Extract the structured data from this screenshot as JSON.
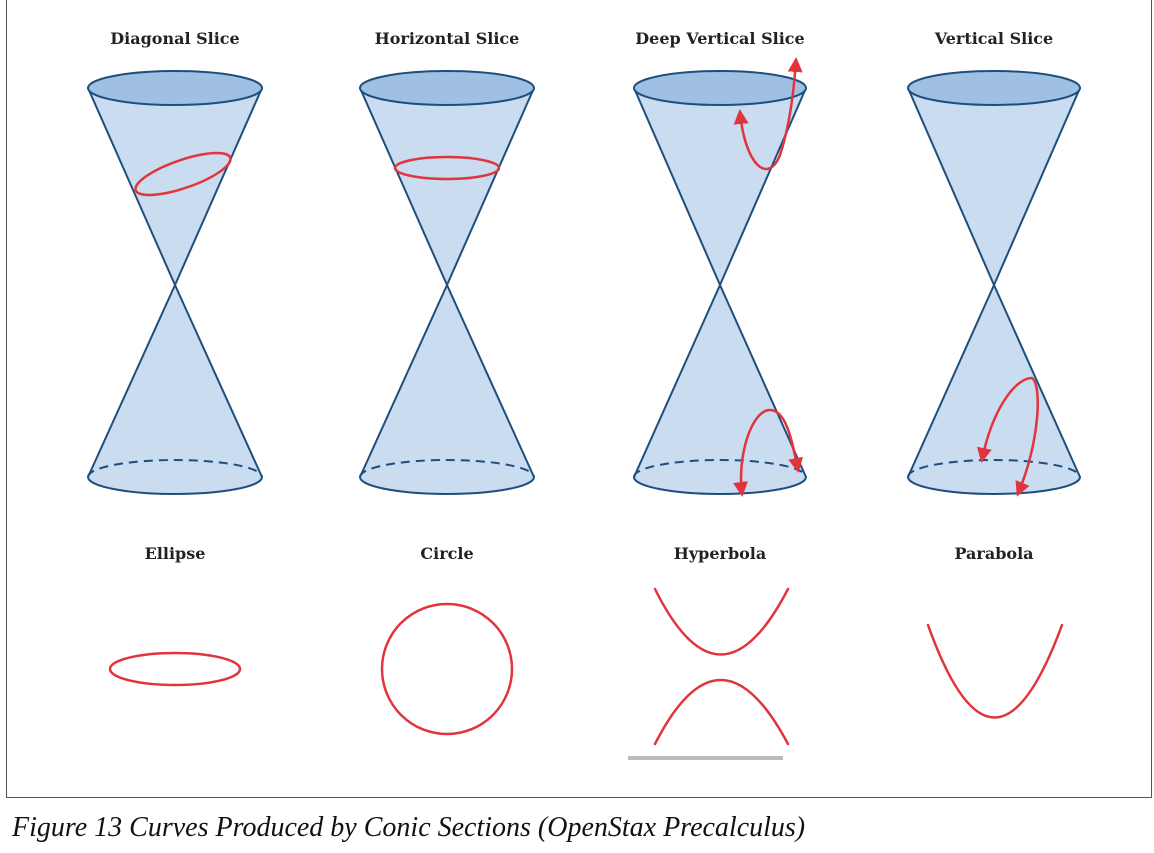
{
  "slices": [
    {
      "title": "Diagonal Slice",
      "curve": "Ellipse"
    },
    {
      "title": "Horizontal Slice",
      "curve": "Circle"
    },
    {
      "title": "Deep Vertical Slice",
      "curve": "Hyperbola"
    },
    {
      "title": "Vertical Slice",
      "curve": "Parabola"
    }
  ],
  "caption": "Figure 13  Curves Produced by Conic Sections (OpenStax Precalculus)",
  "colors": {
    "cone": "#c9dcf0",
    "outline": "#1e4e7e",
    "curve": "#e0353c"
  }
}
